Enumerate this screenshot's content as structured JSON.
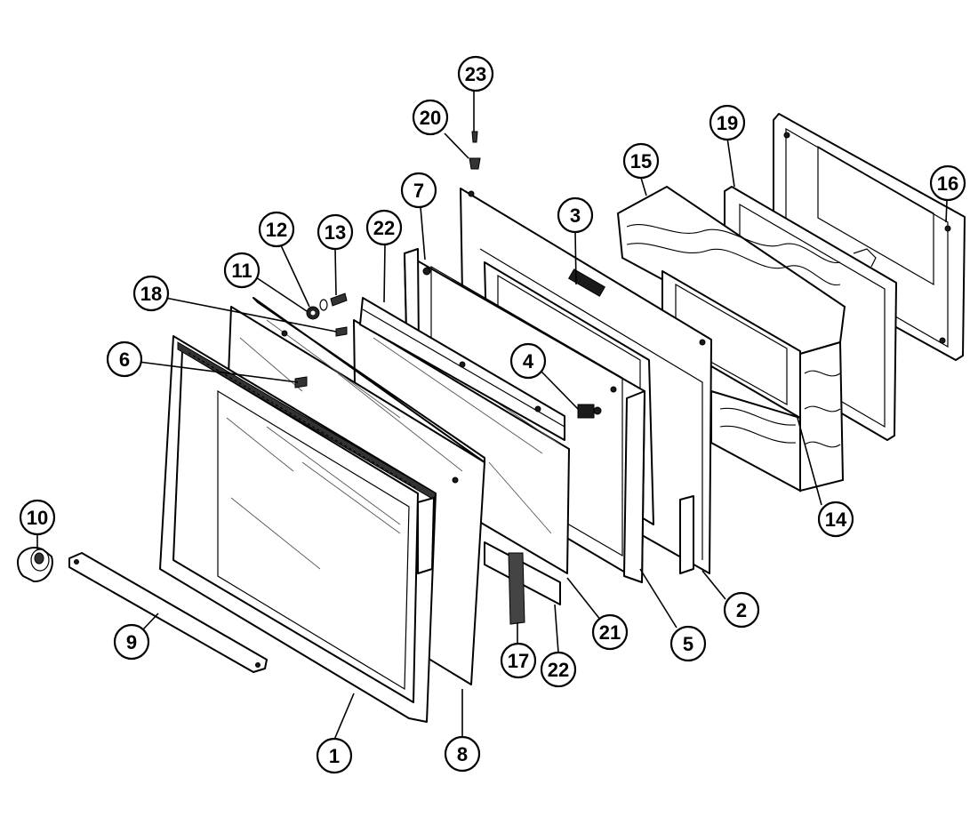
{
  "callouts": [
    {
      "id": "c1",
      "label": "1"
    },
    {
      "id": "c2",
      "label": "2"
    },
    {
      "id": "c3",
      "label": "3"
    },
    {
      "id": "c4",
      "label": "4"
    },
    {
      "id": "c5",
      "label": "5"
    },
    {
      "id": "c6",
      "label": "6"
    },
    {
      "id": "c7",
      "label": "7"
    },
    {
      "id": "c8",
      "label": "8"
    },
    {
      "id": "c9",
      "label": "9"
    },
    {
      "id": "c10",
      "label": "10"
    },
    {
      "id": "c11",
      "label": "11"
    },
    {
      "id": "c12",
      "label": "12"
    },
    {
      "id": "c13",
      "label": "13"
    },
    {
      "id": "c14",
      "label": "14"
    },
    {
      "id": "c15",
      "label": "15"
    },
    {
      "id": "c16",
      "label": "16"
    },
    {
      "id": "c17",
      "label": "17"
    },
    {
      "id": "c18",
      "label": "18"
    },
    {
      "id": "c19",
      "label": "19"
    },
    {
      "id": "c20",
      "label": "20"
    },
    {
      "id": "c21",
      "label": "21"
    },
    {
      "id": "c22a",
      "label": "22"
    },
    {
      "id": "c22b",
      "label": "22"
    },
    {
      "id": "c23",
      "label": "23"
    }
  ]
}
